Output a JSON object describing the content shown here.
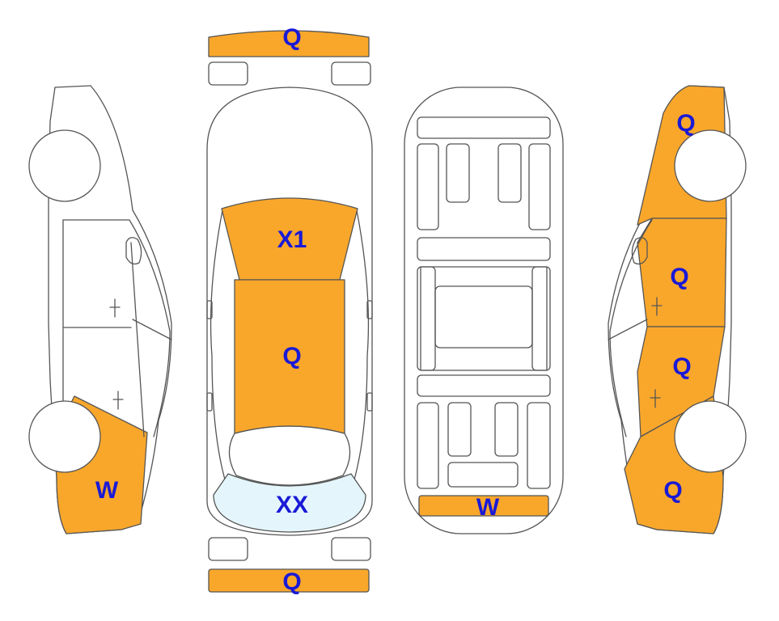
{
  "colors": {
    "damage_fill": "#f9a72b",
    "glass_fill": "#e4f6fb",
    "code_text": "#1a1ad6",
    "outline": "#555555"
  },
  "codes": {
    "front_bumper": "Q",
    "windshield": "X1",
    "roof": "Q",
    "rear_window": "XX",
    "rear_bumper": "Q",
    "left_rear_quarter": "W",
    "underbody_rear_crossmember": "W",
    "right_front_fender": "Q",
    "right_front_door": "Q",
    "right_rear_door": "Q",
    "right_rear_quarter": "Q"
  }
}
